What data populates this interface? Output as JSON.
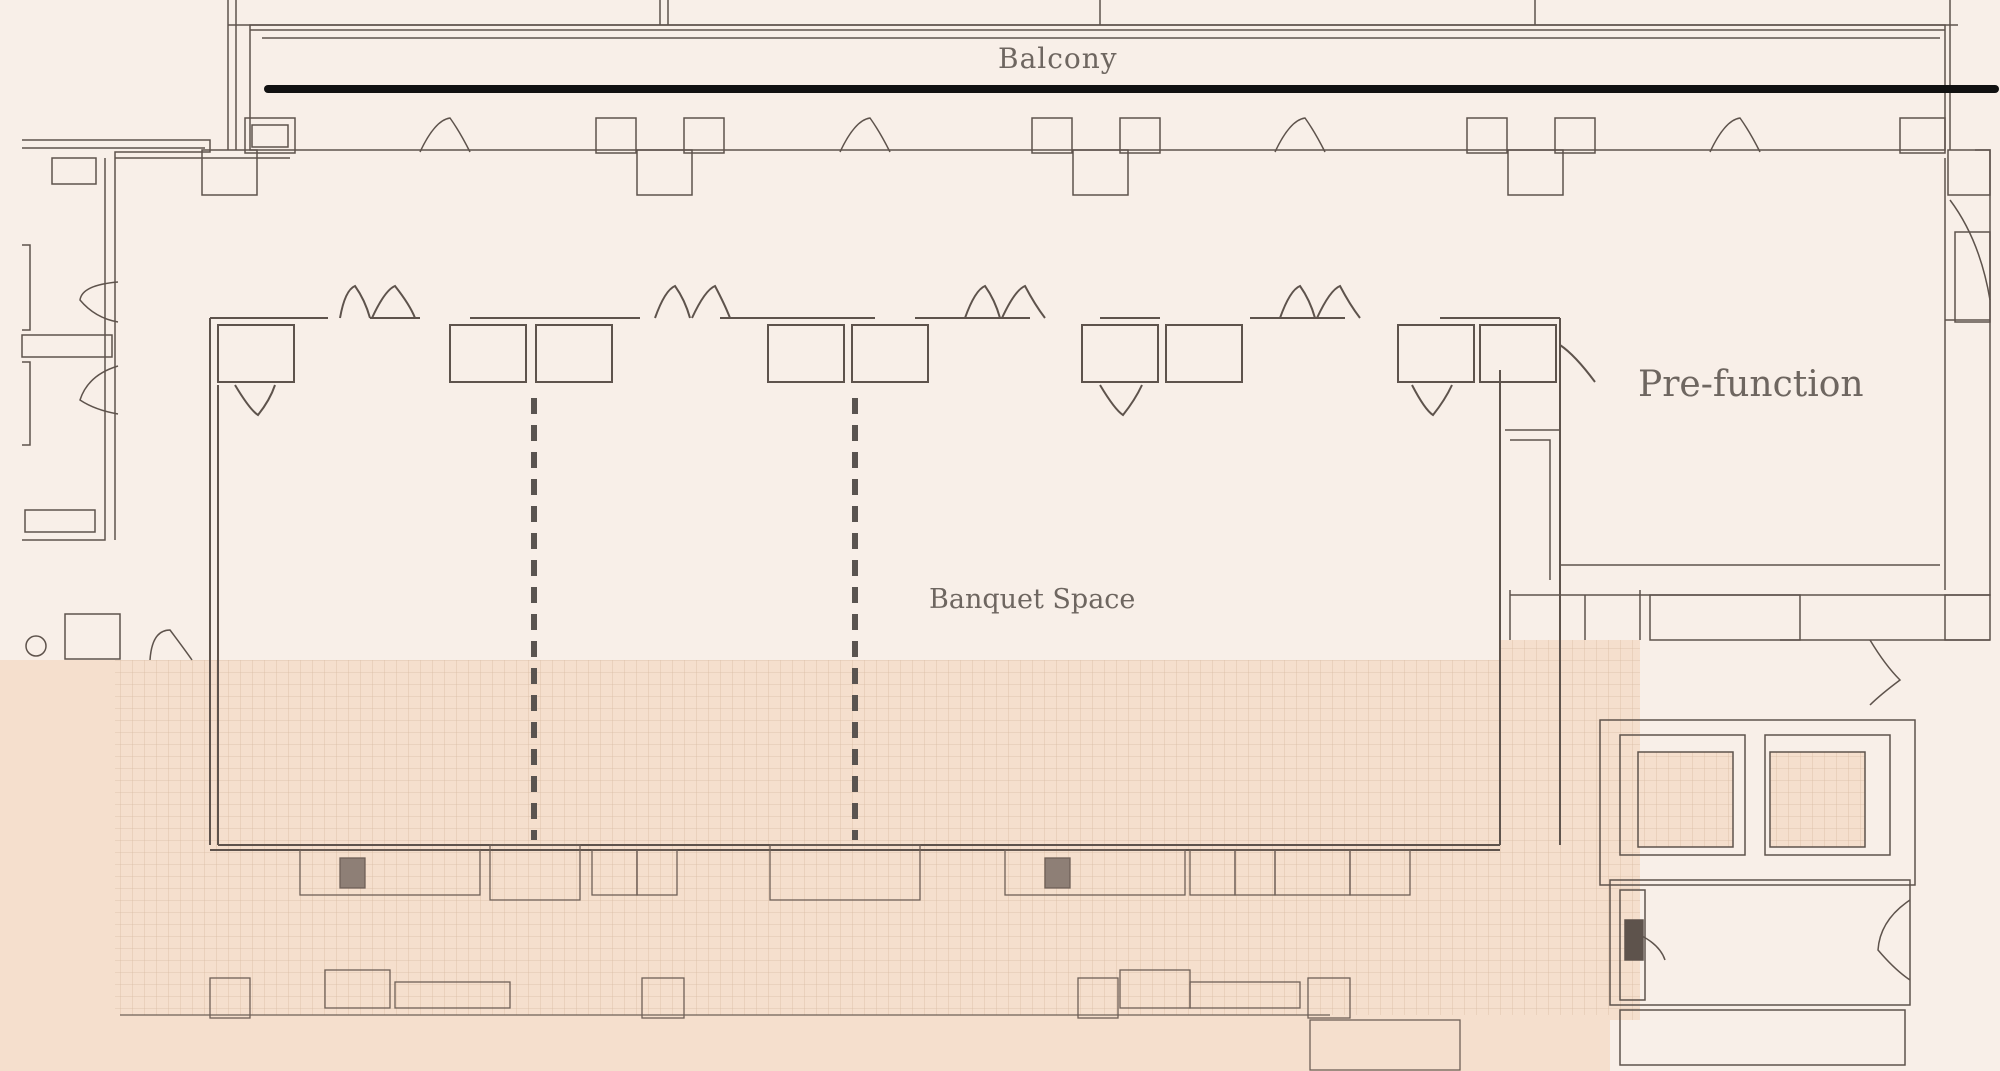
{
  "labels": {
    "balcony": "Balcony",
    "banquet": "Banquet Space",
    "prefunction": "Pre-function"
  },
  "colors": {
    "background": "#f8efe8",
    "service_area": "#f5dfcd",
    "wall_line": "#5e534c",
    "balcony_rail": "#111111",
    "partition": "#5a5450",
    "label_text": "#6e6660"
  }
}
